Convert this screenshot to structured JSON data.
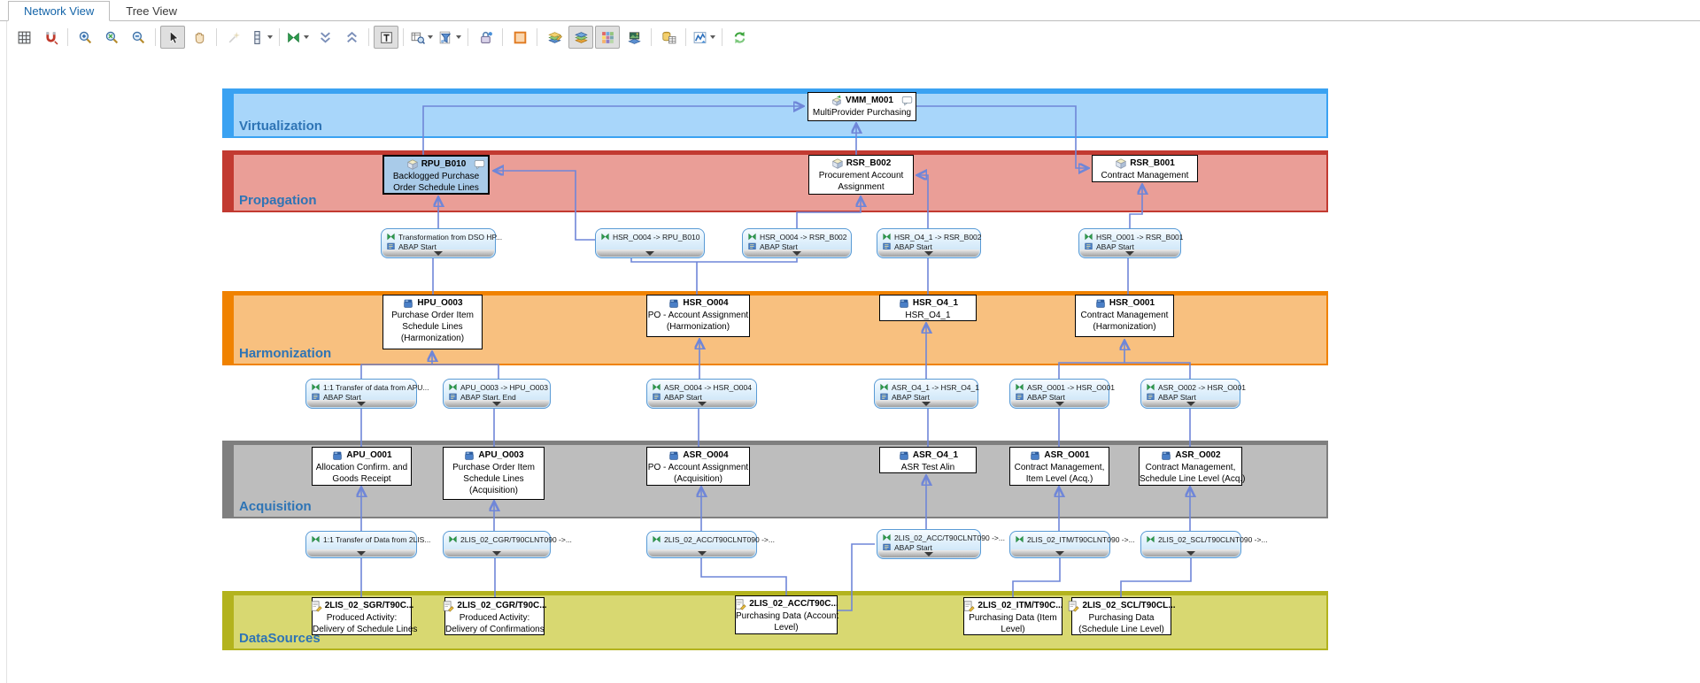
{
  "tabs": [
    {
      "label": "Network View",
      "active": true
    },
    {
      "label": "Tree View",
      "active": false
    }
  ],
  "toolbar": {
    "icons": [
      "grid",
      "magnet",
      "zoom-in",
      "zoom-fit",
      "zoom-out",
      "select-cursor",
      "pan-hand",
      "auto-layout",
      "row-layout",
      "transformation",
      "collapse-all",
      "expand-all",
      "text-mode",
      "table-search",
      "filter",
      "lock",
      "swimlane",
      "layers-edit",
      "layers",
      "palette",
      "layers-image",
      "data-table",
      "chart",
      "refresh"
    ],
    "pressed": [
      "select-cursor",
      "text-mode",
      "layers",
      "palette"
    ],
    "disabled": [
      "auto-layout"
    ]
  },
  "bands": {
    "virtualization": {
      "label": "Virtualization",
      "color": "#3aa2f2",
      "fill": "#a8d6fa"
    },
    "propagation": {
      "label": "Propagation",
      "color": "#c23a31",
      "fill": "#ea9e97"
    },
    "harmonization": {
      "label": "Harmonization",
      "color": "#f08200",
      "fill": "#f8c07f"
    },
    "acquisition": {
      "label": "Acquisition",
      "color": "#7f7f7f",
      "fill": "#bdbdbd"
    },
    "datasources": {
      "label": "DataSources",
      "color": "#b3b31d",
      "fill": "#d8d871"
    }
  },
  "accent": {
    "wire": "#6f86d8",
    "selected_node_fill": "#a9cbe9"
  },
  "nodes": {
    "vmm_m001": {
      "title": "VMM_M001",
      "lines": [
        "MultiProvider Purchasing"
      ]
    },
    "rpu_b010": {
      "title": "RPU_B010",
      "lines": [
        "Backlogged Purchase",
        "Order Schedule Lines"
      ],
      "selected": true
    },
    "rsr_b002": {
      "title": "RSR_B002",
      "lines": [
        "Procurement Account",
        "Assignment"
      ]
    },
    "rsr_b001": {
      "title": "RSR_B001",
      "lines": [
        "Contract Management"
      ]
    },
    "hpu_o003": {
      "title": "HPU_O003",
      "lines": [
        "Purchase Order Item",
        "Schedule Lines",
        "(Harmonization)"
      ]
    },
    "hsr_o004": {
      "title": "HSR_O004",
      "lines": [
        "PO - Account Assignment",
        "(Harmonization)"
      ]
    },
    "hsr_o4_1": {
      "title": "HSR_O4_1",
      "lines": [
        "HSR_O4_1"
      ]
    },
    "hsr_o001": {
      "title": "HSR_O001",
      "lines": [
        "Contract Management",
        "(Harmonization)"
      ]
    },
    "apu_o001": {
      "title": "APU_O001",
      "lines": [
        "Allocation Confirm. and",
        "Goods Receipt"
      ]
    },
    "apu_o003": {
      "title": "APU_O003",
      "lines": [
        "Purchase Order Item",
        "Schedule Lines",
        "(Acquisition)"
      ]
    },
    "asr_o004": {
      "title": "ASR_O004",
      "lines": [
        "PO - Account Assignment",
        "(Acquisition)"
      ]
    },
    "asr_o4_1": {
      "title": "ASR_O4_1",
      "lines": [
        "ASR Test Alin"
      ]
    },
    "asr_o001": {
      "title": "ASR_O001",
      "lines": [
        "Contract Management,",
        "Item Level (Acq.)"
      ]
    },
    "asr_o002": {
      "title": "ASR_O002",
      "lines": [
        "Contract Management,",
        "Schedule Line Level (Acq.)"
      ]
    },
    "ds_sgr": {
      "title": "2LIS_02_SGR/T90C...",
      "lines": [
        "Produced Activity:",
        "Delivery of Schedule Lines"
      ]
    },
    "ds_cgr": {
      "title": "2LIS_02_CGR/T90C...",
      "lines": [
        "Produced Activity:",
        "Delivery of Confirmations"
      ]
    },
    "ds_acc": {
      "title": "2LIS_02_ACC/T90C...",
      "lines": [
        "Purchasing Data (Account",
        "Level)"
      ]
    },
    "ds_itm": {
      "title": "2LIS_02_ITM/T90C...",
      "lines": [
        "Purchasing Data (Item",
        "Level)"
      ]
    },
    "ds_scl": {
      "title": "2LIS_02_SCL/T90CL...",
      "lines": [
        "Purchasing Data",
        "(Schedule Line Level)"
      ]
    }
  },
  "transforms": {
    "t_dso_hpu": {
      "title": "Transformation from DSO HP...",
      "subtitle": "ABAP Start"
    },
    "t_hsr4_rpu": {
      "title": "HSR_O004 -> RPU_B010"
    },
    "t_hsr4_b002": {
      "title": "HSR_O004 -> RSR_B002",
      "subtitle": "ABAP Start"
    },
    "t_hsr41_b002": {
      "title": "HSR_O4_1 -> RSR_B002",
      "subtitle": "ABAP Start"
    },
    "t_hsr1_b001": {
      "title": "HSR_O001 -> RSR_B001",
      "subtitle": "ABAP Start"
    },
    "t_apu1_hpu": {
      "title": "1:1 Transfer of data from APU...",
      "subtitle": "ABAP Start"
    },
    "t_apu3_hpu": {
      "title": "APU_O003 -> HPU_O003",
      "subtitle": "ABAP Start, End"
    },
    "t_asr4_hsr4": {
      "title": "ASR_O004 -> HSR_O004",
      "subtitle": "ABAP Start"
    },
    "t_asr41_hsr41": {
      "title": "ASR_O4_1 -> HSR_O4_1",
      "subtitle": "ABAP Start"
    },
    "t_asr1_hsr1": {
      "title": "ASR_O001 -> HSR_O001",
      "subtitle": "ABAP Start"
    },
    "t_asr2_hsr1": {
      "title": "ASR_O002 -> HSR_O001",
      "subtitle": "ABAP Start"
    },
    "t_2lis_sgr": {
      "title": "1:1 Transfer of Data from 2LIS..."
    },
    "t_2lis_cgr": {
      "title": "2LIS_02_CGR/T90CLNT090 ->..."
    },
    "t_2lis_acc1": {
      "title": "2LIS_02_ACC/T90CLNT090 ->..."
    },
    "t_2lis_acc2": {
      "title": "2LIS_02_ACC/T90CLNT090 ->...",
      "subtitle": "ABAP Start"
    },
    "t_2lis_itm": {
      "title": "2LIS_02_ITM/T90CLNT090 ->..."
    },
    "t_2lis_scl": {
      "title": "2LIS_02_SCL/T90CLNT090 ->..."
    }
  }
}
